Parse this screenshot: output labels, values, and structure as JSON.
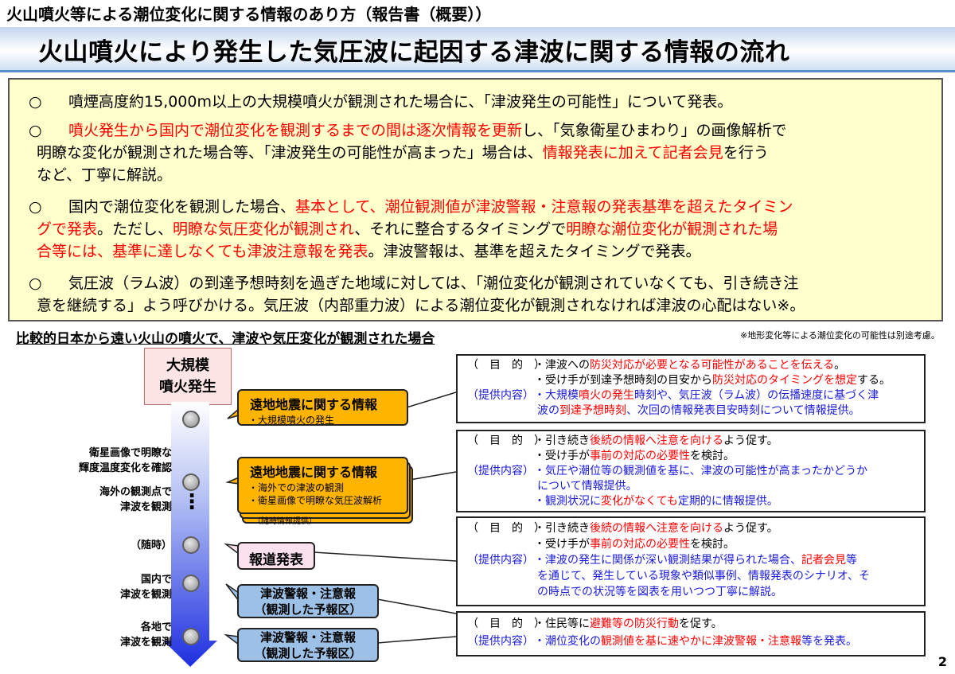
{
  "header": {
    "subtitle": "火山噴火等による潮位変化に関する情報のあり方（報告書（概要））",
    "title": "火山噴火により発生した気圧波に起因する津波に関する情報の流れ"
  },
  "summary": {
    "bullet_mark": "○",
    "b1": {
      "l1": "噴煙高度約15,000m以上の大規模噴火が観測された場合に、「津波発生の可能性」について発表。"
    },
    "b2": {
      "l1_red": "噴火発生から国内で潮位変化を観測するまでの間は逐次情報を更新",
      "l1_rest": "し、「気象衛星ひまわり」の画像解析で",
      "l2_a": "明瞭な変化が観測された場合等、「津波発生の可能性が高まった」場合は、",
      "l2_red": "情報発表に加えて記者会見",
      "l2_b": "を行う",
      "l3": "など、丁寧に解説。"
    },
    "b3": {
      "l1_a": "国内で潮位変化を観測した場合、",
      "l1_red": "基本として、潮位観測値が津波警報・注意報の発表基準を超えたタイミン",
      "l2_red1": "グで発表",
      "l2_a": "。ただし、",
      "l2_red2": "明瞭な気圧変化が観測され",
      "l2_b": "、それに整合するタイミングで",
      "l2_red3": "明瞭な潮位変化が観測された場",
      "l3_red": "合等には、基準に達しなくても津波注意報を発表",
      "l3_rest": "。津波警報は、基準を超えたタイミングで発表。"
    },
    "b4": {
      "l1": "気圧波（ラム波）の到達予想時刻を過ぎた地域に対しては、「潮位変化が観測されていなくても、引き続き注",
      "l2": "意を継続する」よう呼びかける。気圧波（内部重力波）による潮位変化が観測されなければ津波の心配はない※。"
    }
  },
  "section_heading": "比較的日本から遠い火山の噴火で、津波や気圧変化が観測された場合",
  "footnote": "※地形変化等による潮位変化の可能性は別途考慮。",
  "timeline": {
    "start_label_1": "大規模",
    "start_label_2": "噴火発生",
    "labels": {
      "satellite_1": "衛星画像で明瞭な",
      "satellite_2": "輝度温度変化を確認",
      "overseas_1": "海外の観測点で",
      "overseas_2": "津波を観測",
      "anytime": "（随時）",
      "domestic_1": "国内で",
      "domestic_2": "津波を観測",
      "various_1": "各地で",
      "various_2": "津波を観測"
    },
    "ellipsis": "⋮"
  },
  "boxes": {
    "b1": {
      "title": "遠地地震に関する情報",
      "item1": "・大規模噴火の発生"
    },
    "b2": {
      "title": "遠地地震に関する情報",
      "item1": "・海外での津波の観測",
      "item2": "・衛星画像で明瞭な気圧波解析",
      "note": "（随時情報提供）"
    },
    "press": {
      "title": "報道発表"
    },
    "warn1": {
      "l1": "津波警報・注意報",
      "l2": "（観測した予報区）"
    },
    "warn2": {
      "l1": "津波警報・注意報",
      "l2": "（観測した予報区）"
    }
  },
  "info": {
    "purpose_label": "（　目　的　）",
    "provide_label": "（提供内容）",
    "i1": {
      "p1_a": "・津波への",
      "p1_red": "防災対応が必要となる可能性があることを伝える",
      "p1_b": "。",
      "p2_a": "・受け手が到達予想時刻の目安から",
      "p2_red": "防災対応のタイミングを想定",
      "p2_b": "する。",
      "c1_a": "・大規模",
      "c1_red": "噴火の発生",
      "c1_b": "時刻や、気圧波（ラム波）の伝播速度に基づく津",
      "c2_a": "波の",
      "c2_red": "到達予想時刻",
      "c2_b": "、次回の情報発表目安時刻について情報提供。"
    },
    "i2": {
      "p1_a": "・引き続き",
      "p1_red": "後続の情報へ注意を向ける",
      "p1_b": "よう促す。",
      "p2_a": "・受け手が",
      "p2_red": "事前の対応の必要性",
      "p2_b": "を検討。",
      "c1": "・気圧や潮位等の観測値を基に、津波の可能性が高まったかどうか",
      "c2": "について情報提供。",
      "c3_a": "・観測状況に",
      "c3_red": "変化がなくても",
      "c3_b": "定期的に情報提供。"
    },
    "i3": {
      "p1_a": "・引き続き",
      "p1_red": "後続の情報へ注意を向ける",
      "p1_b": "よう促す。",
      "p2_a": "・受け手が",
      "p2_red": "事前の対応の必要性",
      "p2_b": "を検討。",
      "c1_a": "・津波の発生に関係が深い観測結果が得られた場合、",
      "c1_red": "記者会見",
      "c1_b": "等",
      "c2": "を通じて、発生している現象や類似事例、情報発表のシナリオ、そ",
      "c3": "の時点での状況等を図表を用いつつ丁寧に解説。"
    },
    "i4": {
      "p1_a": "・住民等に",
      "p1_red": "避難等の防災行動",
      "p1_b": "を促す。",
      "c1_a": "・潮位変化の",
      "c1_red": "観測値を基に速やかに津波警報・注意報",
      "c1_b": "等を発表。"
    }
  },
  "page_number": "2"
}
